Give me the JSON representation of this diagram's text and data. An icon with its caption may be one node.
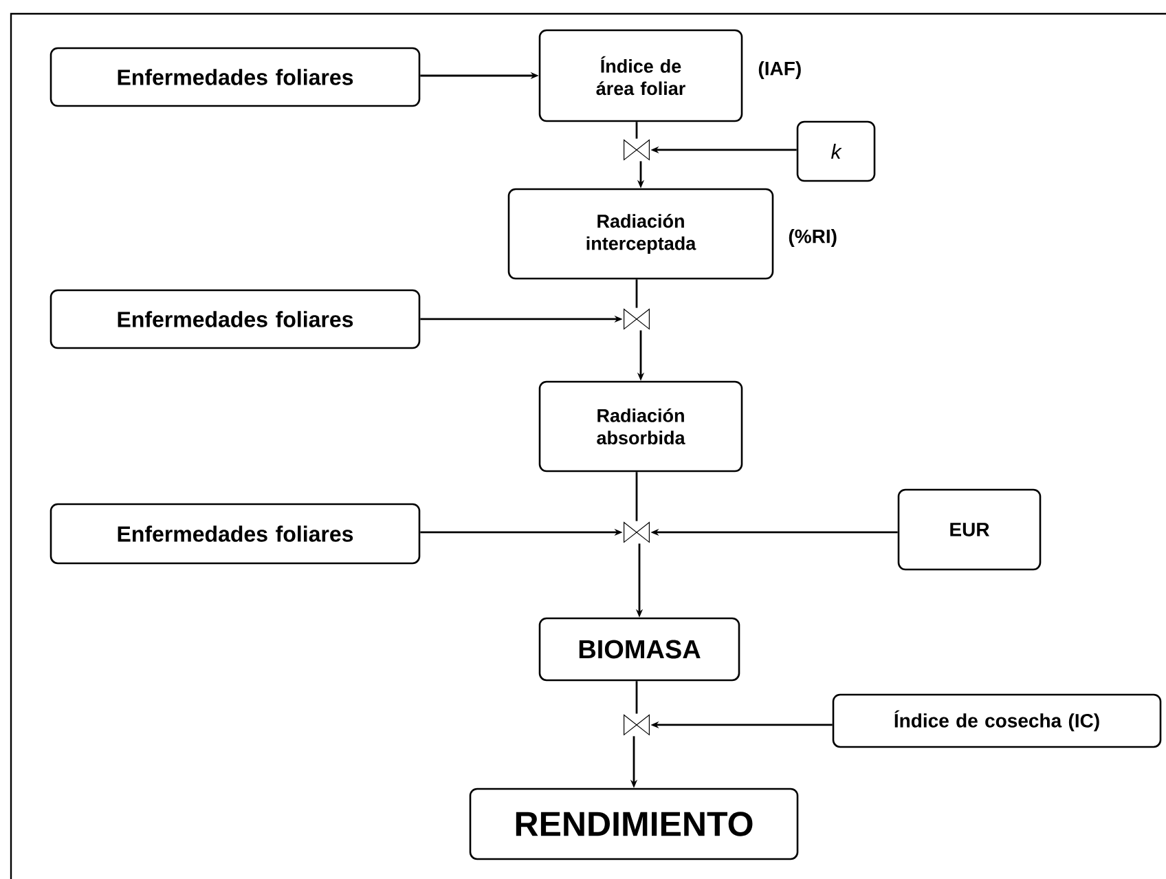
{
  "diagram": {
    "nodes": [
      {
        "text": [
          "Enfermedades foliares"
        ]
      },
      {
        "text": [
          "Índice de área foliar"
        ],
        "beside": [
          "(IAF)"
        ]
      },
      {
        "text": [],
        "shape": "valve"
      },
      {
        "text": [
          "k"
        ]
      },
      {
        "text": [
          "Radiación interceptada"
        ],
        "beside": [
          "(%RI)"
        ]
      },
      {
        "text": [
          "Enfermedades foliares"
        ]
      },
      {
        "text": [],
        "shape": "valve"
      },
      {
        "text": [
          "Radiación absorbida"
        ]
      },
      {
        "text": [
          "Enfermedades foliares"
        ]
      },
      {
        "text": [],
        "shape": "valve"
      },
      {
        "text": [
          "EUR"
        ]
      },
      {
        "text": [
          "BIOMASA"
        ]
      },
      {
        "text": [],
        "shape": "valve"
      },
      {
        "text": [
          "Índice de cosecha (IC)"
        ]
      },
      {
        "text": [
          "RENDIMIENTO"
        ]
      }
    ],
    "edges": [
      {
        "from": 0,
        "to": 1,
        "arrow": "to"
      },
      {
        "from": 1,
        "to": 2,
        "arrow": "none"
      },
      {
        "from": 3,
        "to": 2,
        "arrow": "to"
      },
      {
        "from": 2,
        "to": 4,
        "arrow": "to"
      },
      {
        "from": 4,
        "to": 6,
        "arrow": "none"
      },
      {
        "from": 5,
        "to": 6,
        "arrow": "to"
      },
      {
        "from": 6,
        "to": 7,
        "arrow": "to"
      },
      {
        "from": 7,
        "to": 9,
        "arrow": "none"
      },
      {
        "from": 8,
        "to": 9,
        "arrow": "to"
      },
      {
        "from": 10,
        "to": 9,
        "arrow": "to"
      },
      {
        "from": 9,
        "to": 11,
        "arrow": "to"
      },
      {
        "from": 11,
        "to": 12,
        "arrow": "none"
      },
      {
        "from": 13,
        "to": 12,
        "arrow": "to"
      },
      {
        "from": 12,
        "to": 14,
        "arrow": "to"
      }
    ]
  }
}
